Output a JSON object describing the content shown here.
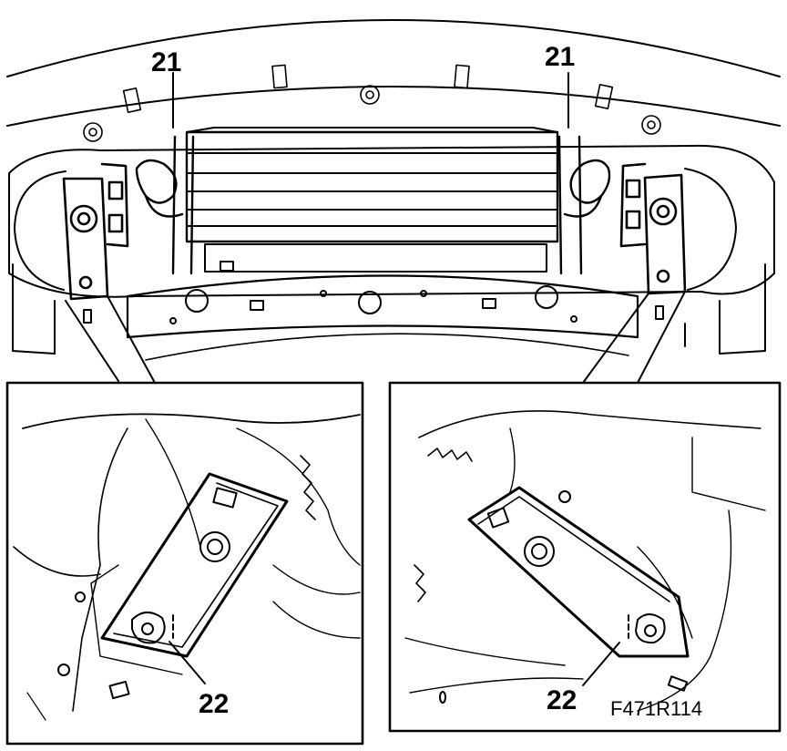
{
  "labels": {
    "callout_top_left": "21",
    "callout_top_right": "21",
    "callout_bottom_left": "22",
    "callout_bottom_right": "22",
    "figure_code": "F471R114"
  },
  "colors": {
    "ink": "#000000",
    "paper": "#ffffff"
  }
}
